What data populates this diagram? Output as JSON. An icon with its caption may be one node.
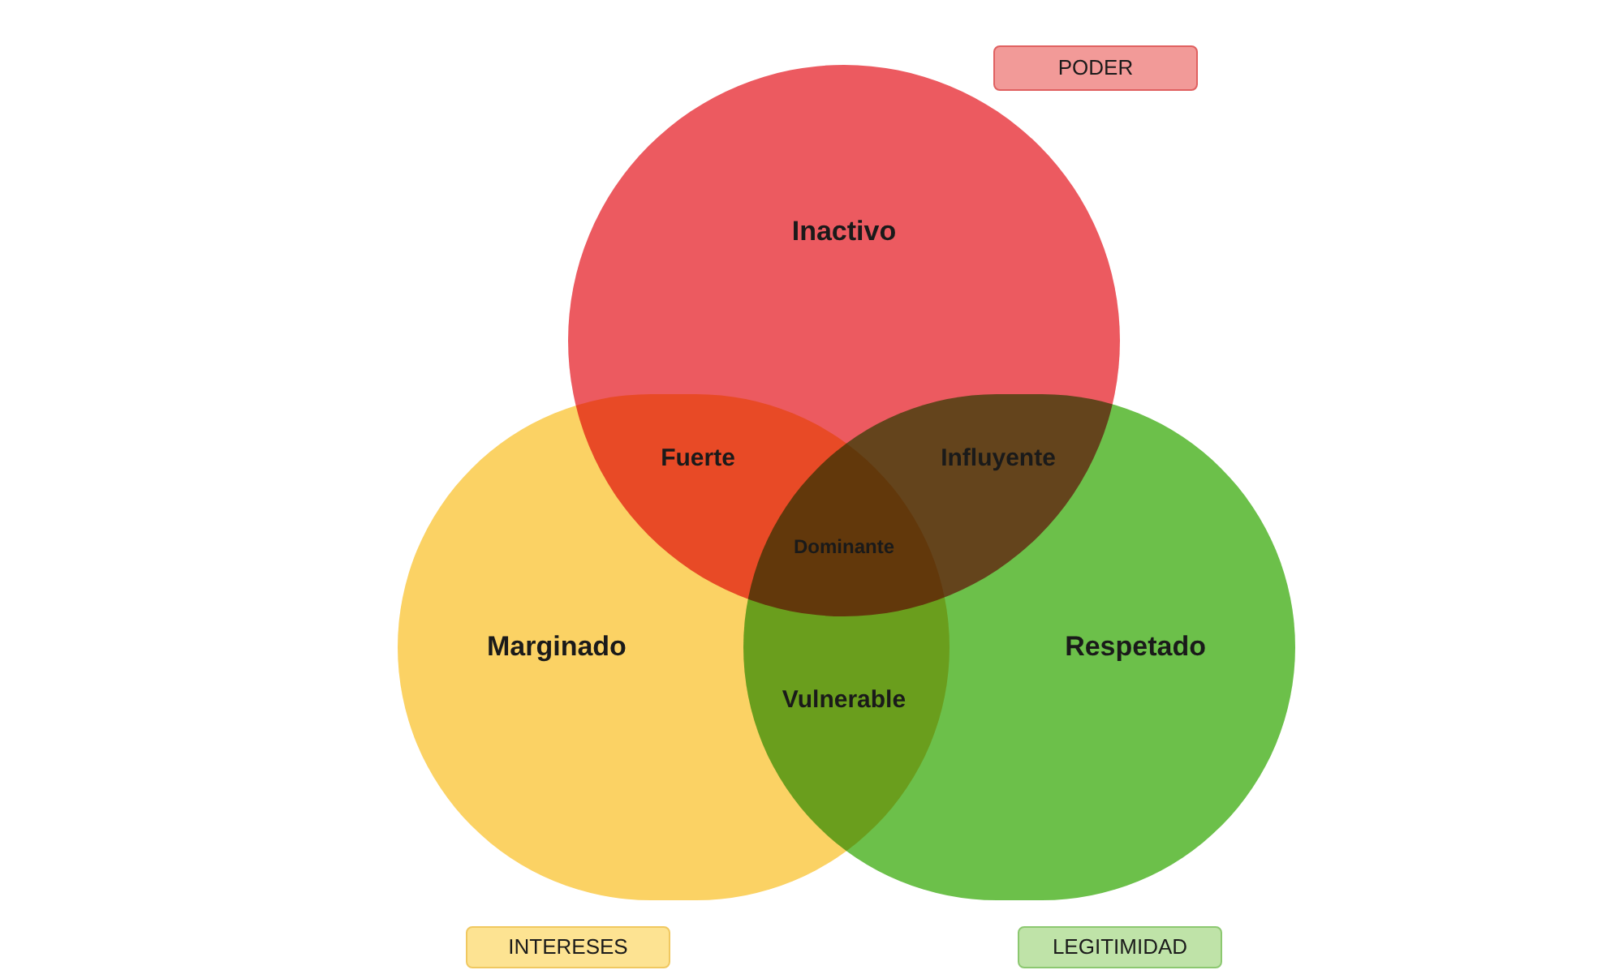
{
  "diagram": {
    "nodes": [
      {
        "text": [
          "Inactivo"
        ]
      },
      {
        "text": [
          "Marginado"
        ]
      },
      {
        "text": [
          "Respetado"
        ]
      },
      {
        "text": [
          "PODER"
        ]
      },
      {
        "text": [
          "INTERESES"
        ]
      },
      {
        "text": [
          "LEGITIMIDAD"
        ]
      }
    ],
    "edges": [],
    "labels": [
      "Fuerte",
      "Influyente",
      "Dominante",
      "Vulnerable"
    ]
  }
}
